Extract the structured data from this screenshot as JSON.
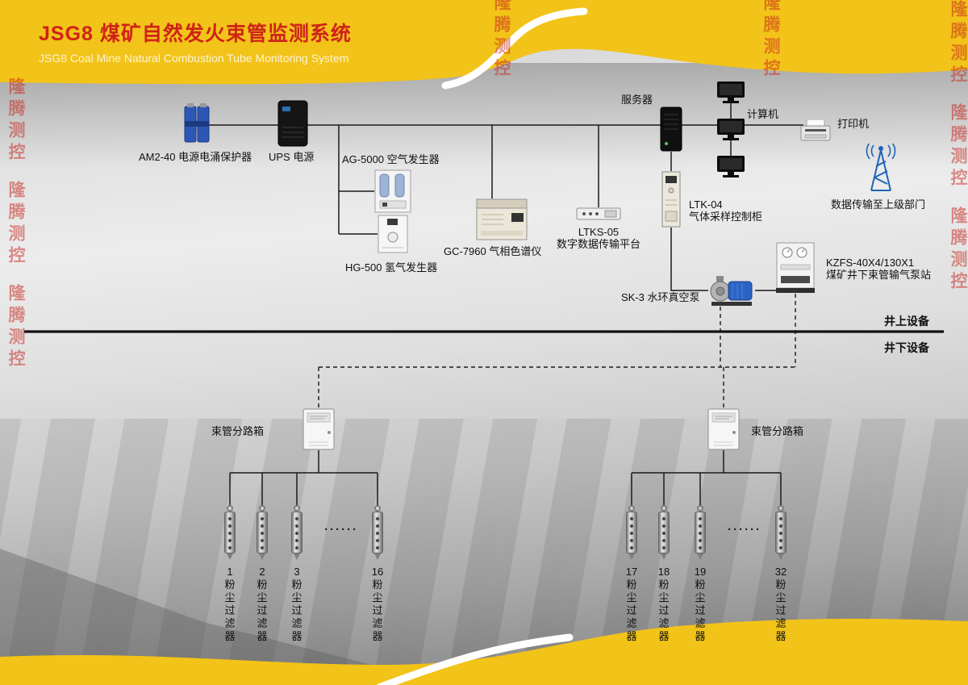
{
  "header": {
    "title": "JSG8 煤矿自然发火束管监测系统",
    "subtitle": "JSG8 Coal Mine Natural Combustion Tube Monitoring System"
  },
  "watermark": "隆腾测控",
  "colors": {
    "band_yellow": "#f2c318",
    "title_red": "#cf2318",
    "line_black": "#1a1a1a",
    "watermark_red": "#c8281e"
  },
  "nodes": {
    "surge_protector": "AM2-40 电源电涌保护器",
    "ups": "UPS 电源",
    "air_generator": "AG-5000 空气发生器",
    "hydrogen_generator": "HG-500 氢气发生器",
    "chromatograph": "GC-7960 气相色谱仪",
    "ltks_model": "LTKS-05",
    "ltks_name": "数字数据传输平台",
    "server": "服务器",
    "computer": "计算机",
    "printer": "打印机",
    "uplink": "数据传输至上级部门",
    "ltk_model": "LTK-04",
    "ltk_name": "气体采样控制柜",
    "pump_station_model": "KZFS-40X4/130X1",
    "pump_station_name": "煤矿井下束管输气泵站",
    "vacuum_pump": "SK-3 水环真空泵",
    "surface_label": "井上设备",
    "underground_label": "井下设备",
    "branch_box": "束管分路箱",
    "dots": "······"
  },
  "filters": {
    "label": "粉尘过滤器",
    "left": [
      "1",
      "2",
      "3",
      "16"
    ],
    "right": [
      "17",
      "18",
      "19",
      "32"
    ]
  }
}
